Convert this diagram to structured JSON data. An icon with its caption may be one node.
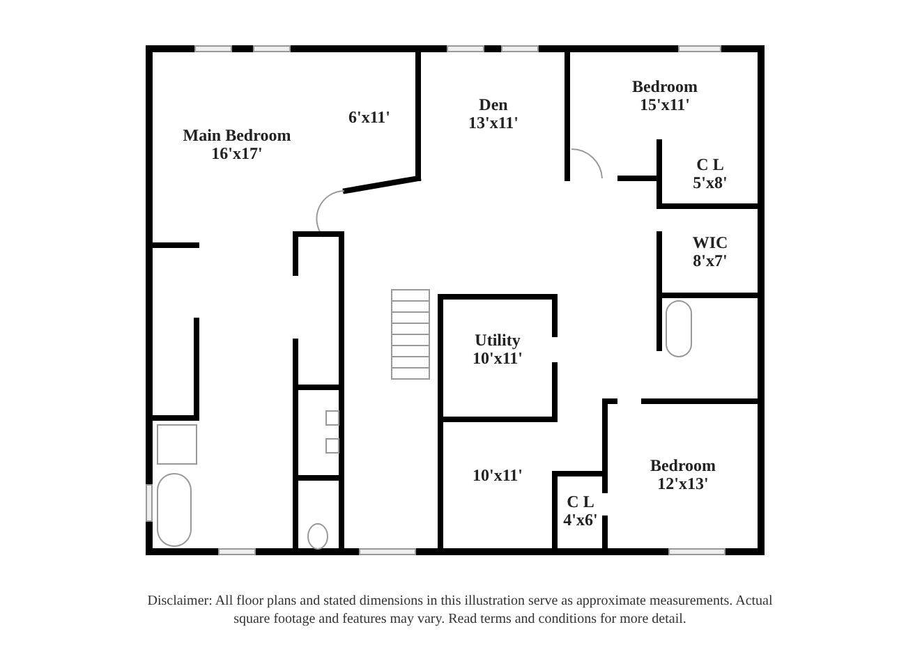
{
  "diagram": {
    "nodes": [
      {
        "text": [
          "Main Bedroom",
          "16'x17'"
        ]
      },
      {
        "text": [
          "6'x11'"
        ]
      },
      {
        "text": [
          "Den",
          "13'x11'"
        ]
      },
      {
        "text": [
          "Bedroom",
          "15'x11'"
        ]
      },
      {
        "text": [
          "C L",
          "5'x8'"
        ]
      },
      {
        "text": [
          "WIC",
          "8'x7'"
        ]
      },
      {
        "text": [
          "Utility",
          "10'x11'"
        ]
      },
      {
        "text": [
          "10'x11'"
        ]
      },
      {
        "text": [
          "Bedroom",
          "12'x13'"
        ]
      },
      {
        "text": [
          "C L",
          "4'x6'"
        ]
      }
    ],
    "labels": [
      "Disclaimer: All floor plans and stated dimensions in this illustration serve as approximate measurements. Actual square footage and features may vary. Read terms and conditions for more detail."
    ]
  }
}
